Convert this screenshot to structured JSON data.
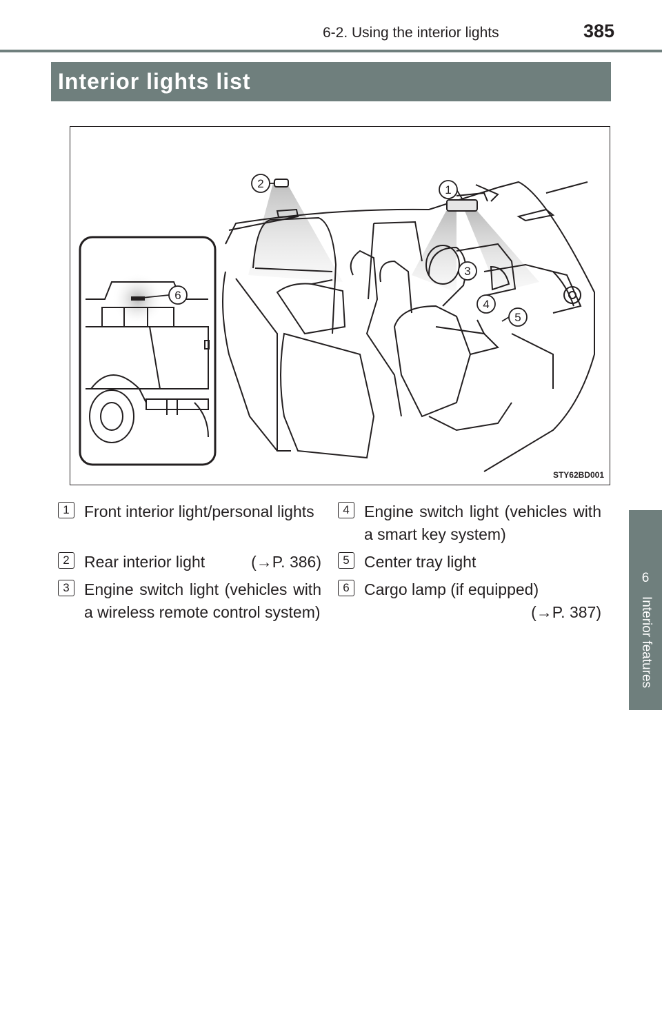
{
  "header": {
    "section": "6-2. Using the interior lights",
    "page_number": "385"
  },
  "title": "Interior lights list",
  "side_tab": {
    "chapter": "6",
    "label": "Interior features"
  },
  "figure": {
    "code": "STY62BD001",
    "callouts": [
      "1",
      "2",
      "3",
      "4",
      "5",
      "6"
    ]
  },
  "items": [
    {
      "num": "1",
      "text": "Front interior light/personal lights",
      "ref": ""
    },
    {
      "num": "2",
      "text": "Rear interior light",
      "ref": "(→P. 386)"
    },
    {
      "num": "3",
      "text": "Engine switch light (vehicles with a wireless remote control system)",
      "ref": ""
    },
    {
      "num": "4",
      "text": "Engine switch light (vehicles with a smart key system)",
      "ref": ""
    },
    {
      "num": "5",
      "text": "Center tray light",
      "ref": ""
    },
    {
      "num": "6",
      "text": "Cargo lamp (if equipped)",
      "ref": "(→P. 387)"
    }
  ]
}
